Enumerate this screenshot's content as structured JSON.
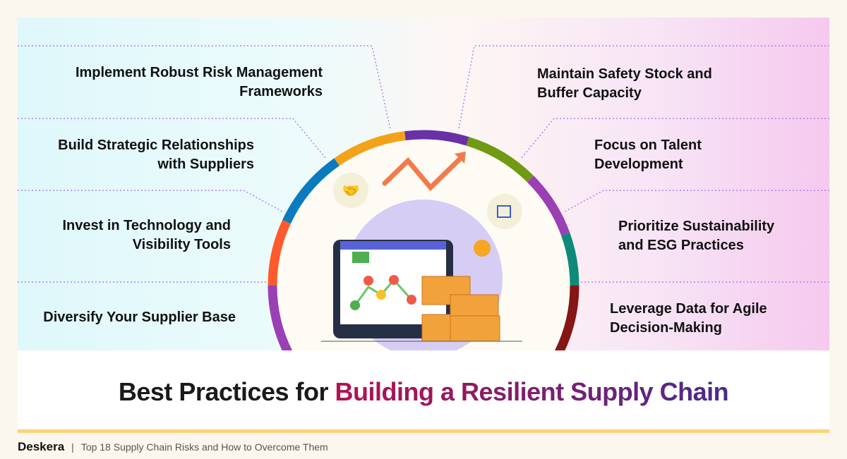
{
  "left_items": [
    {
      "label": "Implement Robust Risk Management Frameworks"
    },
    {
      "label": "Build Strategic Relationships with Suppliers"
    },
    {
      "label": "Invest in Technology and Visibility Tools"
    },
    {
      "label": "Diversify Your Supplier Base"
    }
  ],
  "right_items": [
    {
      "label": "Maintain Safety Stock and Buffer Capacity"
    },
    {
      "label": "Focus on Talent Development"
    },
    {
      "label": "Prioritize Sustainability and ESG Practices"
    },
    {
      "label": "Leverage Data for Agile Decision-Making"
    }
  ],
  "title": {
    "prefix": "Best Practices for ",
    "highlight": "Building a Resilient Supply Chain"
  },
  "footer": {
    "brand": "Deskera",
    "separator": "|",
    "article": "Top 18 Supply Chain Risks and How to Overcome Them"
  },
  "ring_colors": [
    "#9b3fb5",
    "#ff5a2c",
    "#0a7bbf",
    "#f4a21a",
    "#6a30a6",
    "#6f9a12",
    "#9b3fb5",
    "#0f8a78",
    "#861515"
  ]
}
